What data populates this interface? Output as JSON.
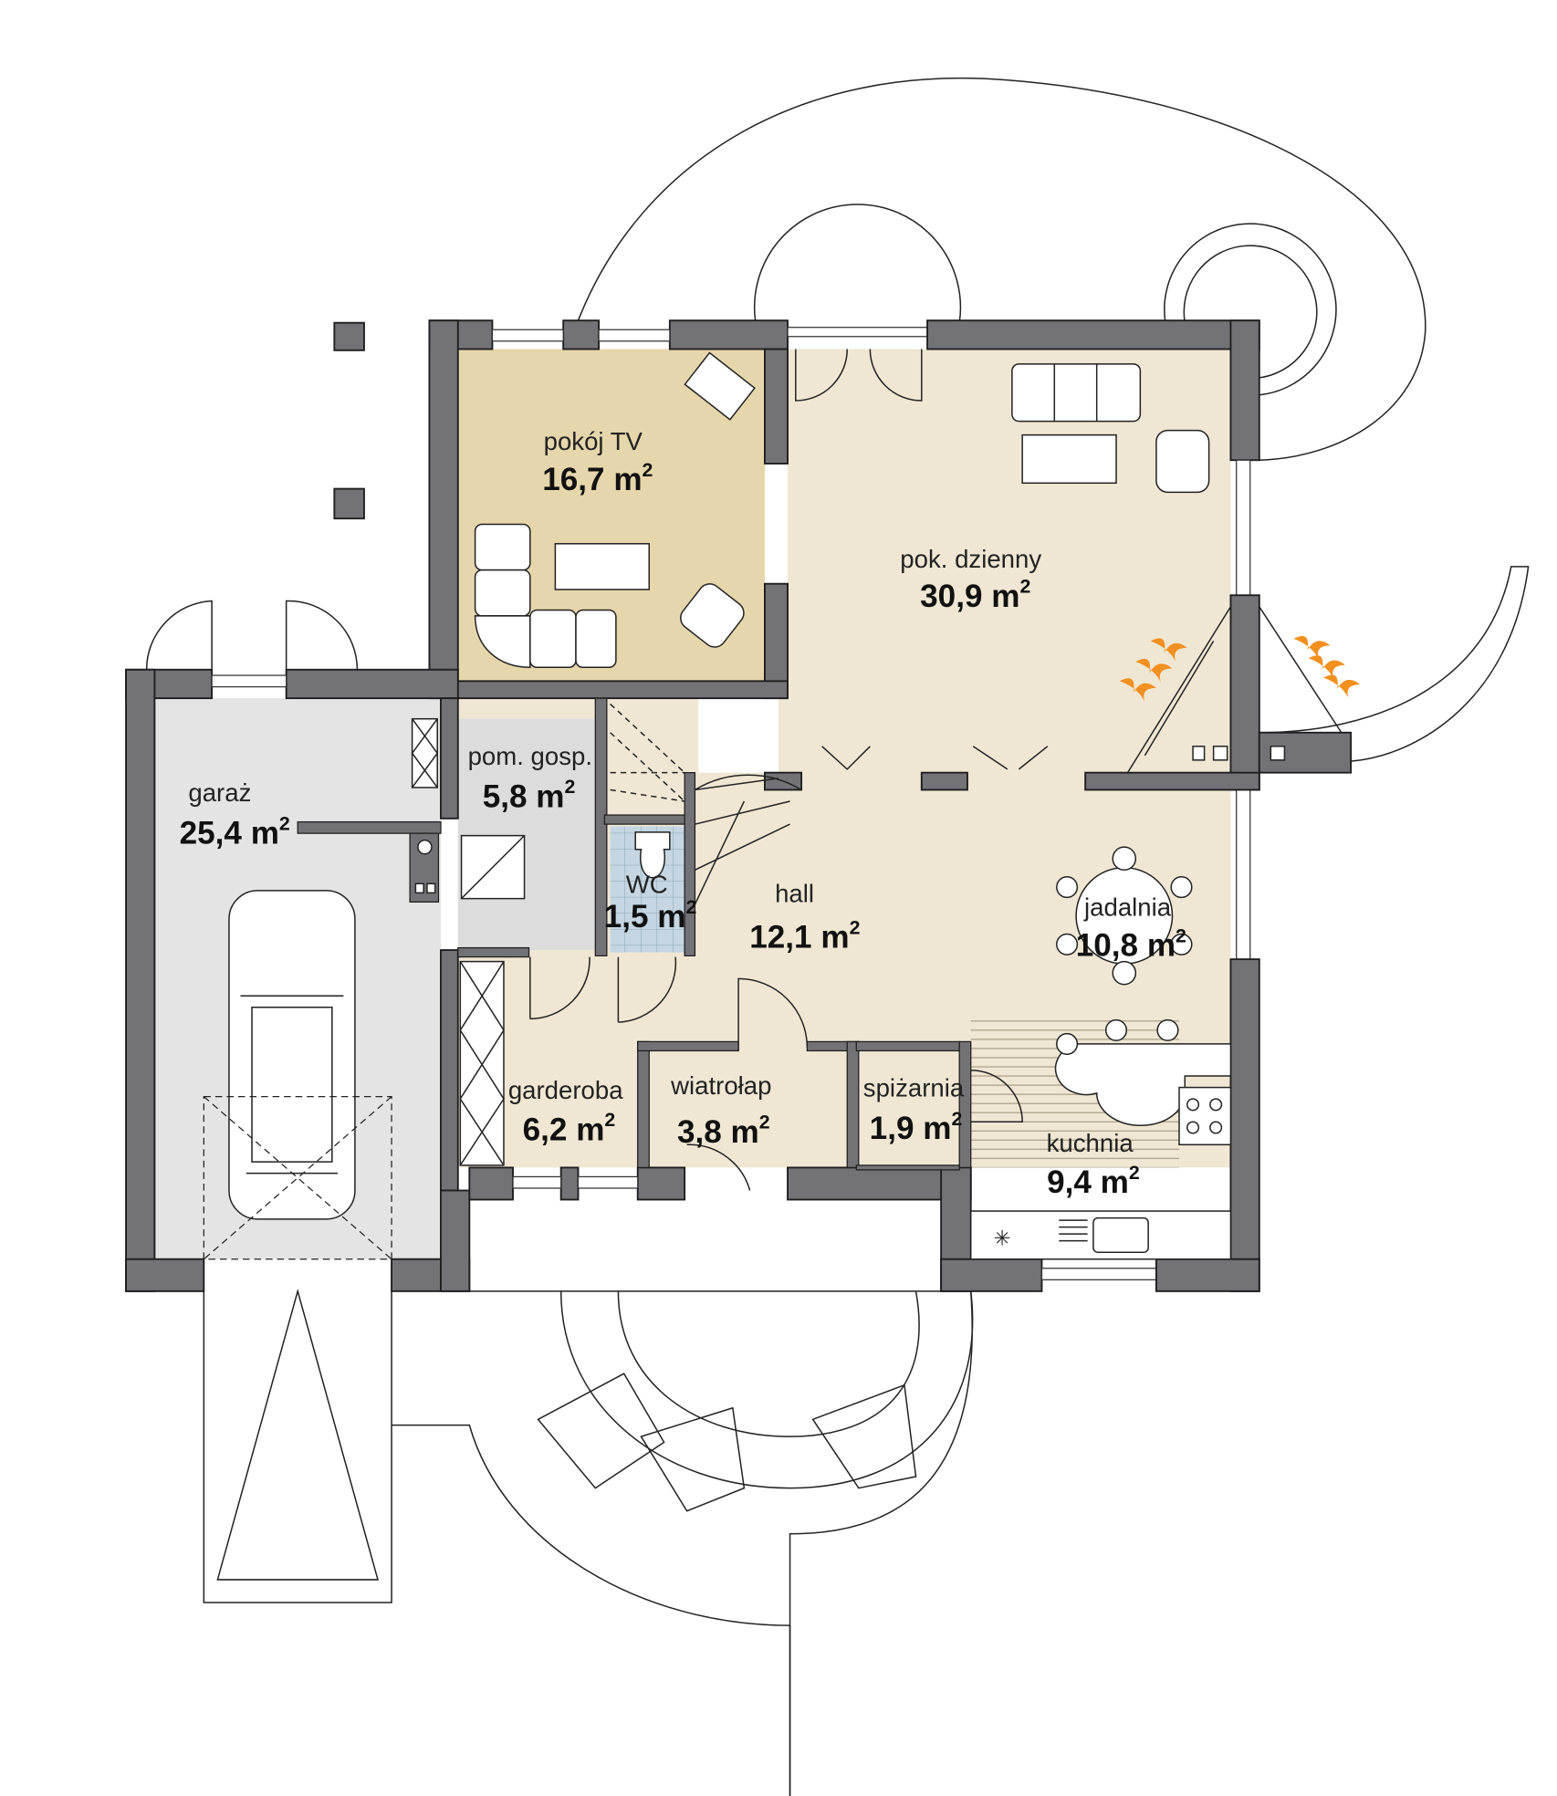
{
  "plan": {
    "unit": "m",
    "unit_exponent": "2",
    "colors": {
      "wall": "#737277",
      "tv_room": "#e6d6ac",
      "living": "#efe7d3",
      "garage": "#e4e4e4",
      "utility": "#dcdcdc",
      "wc": "#c5d6e2",
      "fireplace_flame": "#f29020"
    },
    "rooms": [
      {
        "name": "pokój TV",
        "area": "16,7"
      },
      {
        "name": "pok. dzienny",
        "area": "30,9"
      },
      {
        "name": "garaż",
        "area": "25,4"
      },
      {
        "name": "pom. gosp.",
        "area": "5,8"
      },
      {
        "name": "WC",
        "area": "1,5"
      },
      {
        "name": "hall",
        "area": "12,1"
      },
      {
        "name": "jadalnia",
        "area": "10,8"
      },
      {
        "name": "garderoba",
        "area": "6,2"
      },
      {
        "name": "wiatrołap",
        "area": "3,8"
      },
      {
        "name": "spiżarnia",
        "area": "1,9"
      },
      {
        "name": "kuchnia",
        "area": "9,4"
      }
    ]
  }
}
